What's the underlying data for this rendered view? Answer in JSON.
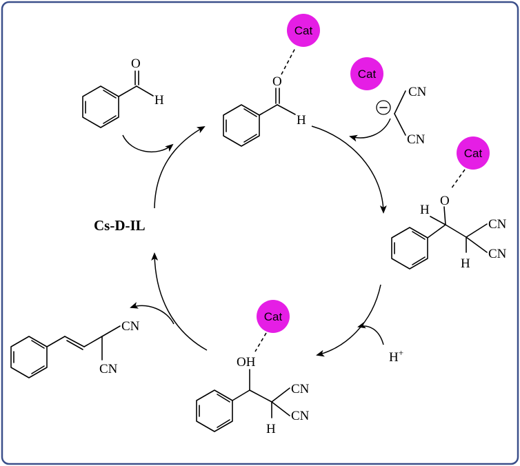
{
  "colors": {
    "border": "#3b4f8a",
    "catalyst": "#e51ee5",
    "ink": "#000000"
  },
  "labels": {
    "cat": "Cat",
    "catalyst_name": "Cs-D-IL",
    "O": "O",
    "H": "H",
    "OH": "OH",
    "CN": "CN",
    "H_plus": "H",
    "plus": "+",
    "minus": "−"
  }
}
